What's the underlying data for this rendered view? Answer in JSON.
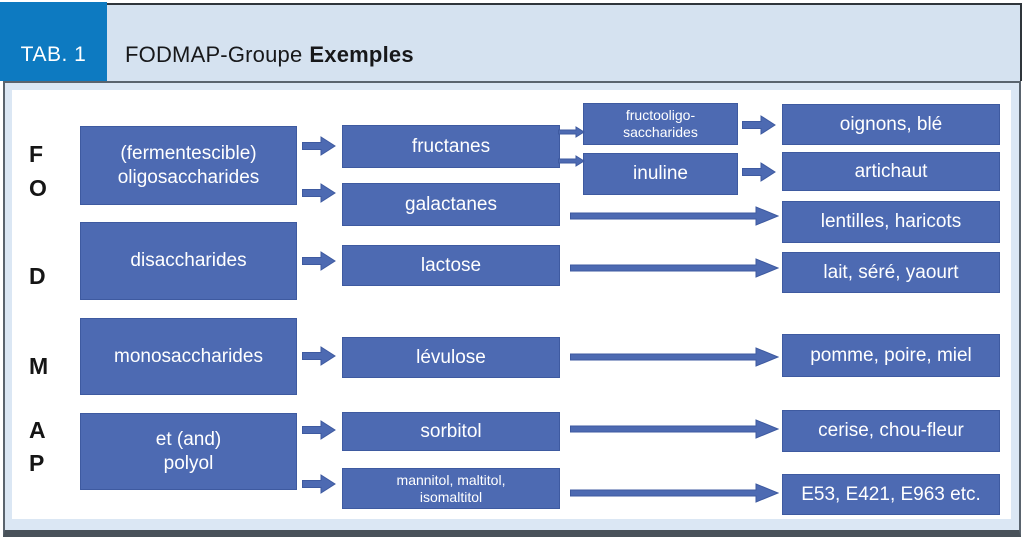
{
  "header": {
    "tab_label": "TAB. 1",
    "title": "FODMAP-Groupe",
    "title_bold": "Exemples"
  },
  "colors": {
    "tab_blue": "#0d7ac1",
    "band_blue": "#d5e2f0",
    "box_blue": "#4d6ab2",
    "box_border": "#3e5aa0",
    "frame_bg": "#dbe7f4",
    "letter_color": "#151515"
  },
  "letters": {
    "f": "F",
    "o": "O",
    "d": "D",
    "m": "M",
    "a": "A",
    "p": "P"
  },
  "groups": {
    "oligosaccharides": "(fermentescible)\noligosaccharides",
    "disaccharides": "disaccharides",
    "monosaccharides": "monosaccharides",
    "polyol": "et (and)\npolyol"
  },
  "substances": {
    "fructanes": "fructanes",
    "galactanes": "galactanes",
    "lactose": "lactose",
    "levulose": "lévulose",
    "sorbitol": "sorbitol",
    "mannitol": "mannitol, maltitol,\nisomaltitol"
  },
  "subtypes": {
    "fructooligo": "fructooligo-\nsaccharides",
    "inuline": "inuline"
  },
  "examples": {
    "oignons": "oignons, blé",
    "artichaut": "artichaut",
    "lentilles": "lentilles, haricots",
    "lait": "lait, séré,  yaourt",
    "pomme": "pomme, poire, miel",
    "cerise": "cerise, chou-fleur",
    "e53": "E53, E421, E963 etc."
  }
}
